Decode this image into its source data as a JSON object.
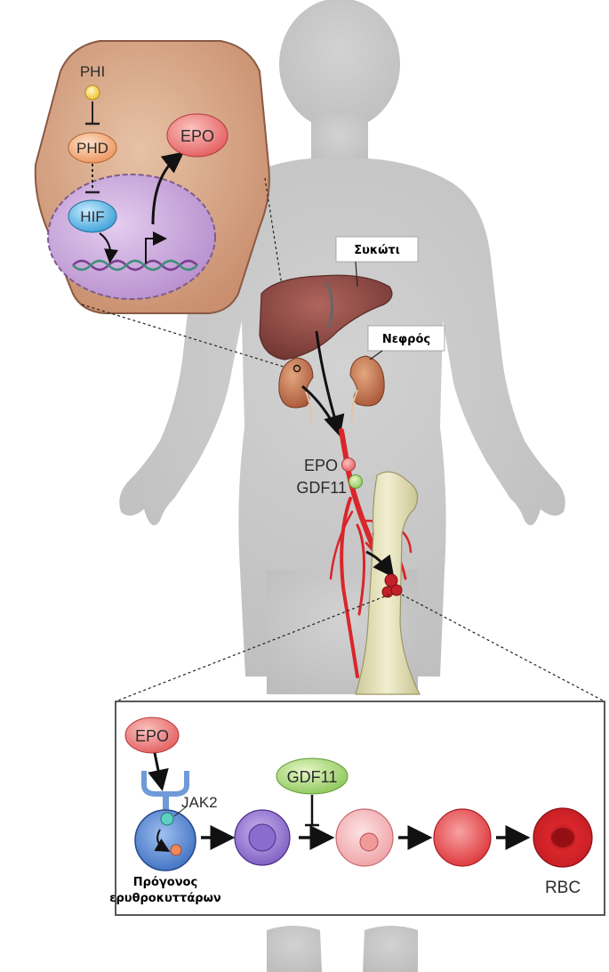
{
  "colors": {
    "body": "#c9c9c9",
    "cell": "#d8a98b",
    "nucleus": "#c9a3d8",
    "epo": "#e8797a",
    "gdf11": "#a7d67a",
    "phi": "#f5d25a",
    "phd": "#f2a67a",
    "hif": "#5fb8e8",
    "liver": "#8c4a45",
    "kidney": "#c97a4d",
    "vessel": "#d9262b",
    "bone": "#e6e2b8",
    "rbc": "#d9262b"
  },
  "inset_cell": {
    "phi": "PHI",
    "phd": "PHD",
    "hif": "HIF",
    "epo": "EPO"
  },
  "organs": {
    "liver_label": "Συκώτι",
    "kidney_label": "Νεφρός"
  },
  "circulation": {
    "epo": "EPO",
    "gdf11": "GDF11"
  },
  "marrow_panel": {
    "epo": "EPO",
    "jak2": "JAK2",
    "gdf11": "GDF11",
    "progenitor_line1": "Πρόγονος",
    "progenitor_line2": "ερυθροκυττάρων",
    "rbc": "RBC"
  }
}
